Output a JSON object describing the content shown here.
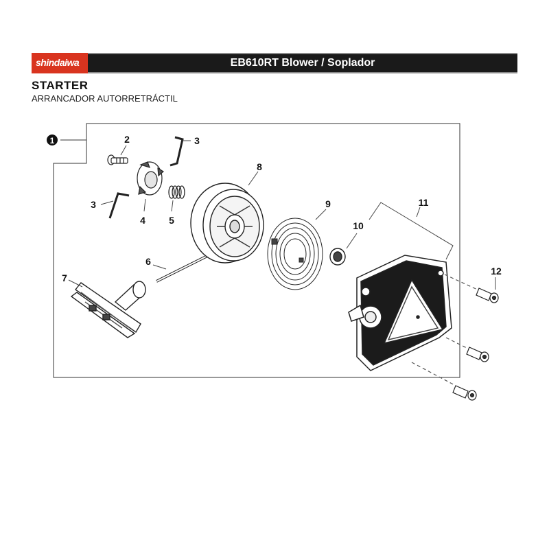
{
  "header": {
    "brand": "shindaiwa",
    "title": "EB610RT Blower / Soplador",
    "brand_color": "#d9341f"
  },
  "section": {
    "title": "STARTER",
    "subtitle": "ARRANCADOR AUTORRETRÁCTIL"
  },
  "callouts": [
    {
      "id": "1",
      "text": "1"
    },
    {
      "id": "2",
      "text": "2"
    },
    {
      "id": "3a",
      "text": "3"
    },
    {
      "id": "3b",
      "text": "3"
    },
    {
      "id": "4",
      "text": "4"
    },
    {
      "id": "5",
      "text": "5"
    },
    {
      "id": "6",
      "text": "6"
    },
    {
      "id": "7",
      "text": "7"
    },
    {
      "id": "8",
      "text": "8"
    },
    {
      "id": "9",
      "text": "9"
    },
    {
      "id": "10",
      "text": "10"
    },
    {
      "id": "11",
      "text": "11"
    },
    {
      "id": "12",
      "text": "12"
    }
  ]
}
